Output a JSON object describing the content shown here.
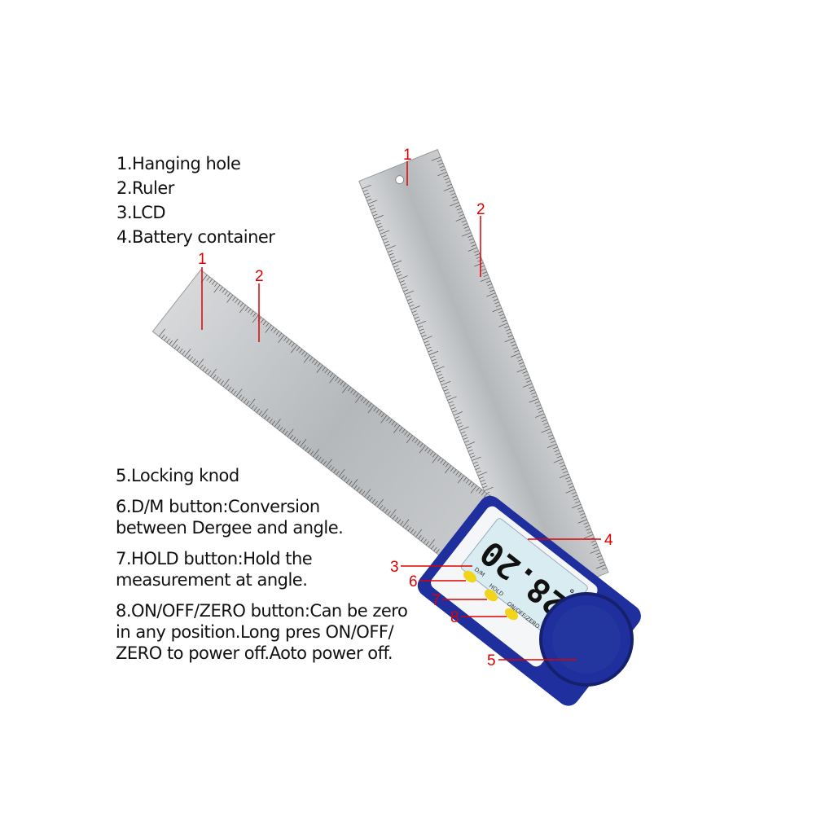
{
  "legend_top": [
    "1.Hanging hole",
    "2.Ruler",
    "3.LCD",
    "4.Battery container"
  ],
  "legend_bottom": [
    "5.Locking knod",
    "6.D/M button:Conversion\n between Dergee and angle.",
    "7.HOLD button:Hold the\nmeasurement at angle.",
    "8.ON/OFF/ZERO button:Can be zero\nin any position.Long pres ON/OFF/\nZERO to power off.Aoto power off."
  ],
  "callouts": [
    "1",
    "2",
    "1",
    "2",
    "4",
    "3",
    "6",
    "7",
    "8",
    "5"
  ],
  "device": {
    "lcd_value": "28.20",
    "lcd_unit": "°",
    "buttons": [
      "D/M",
      "HOLD",
      "ON/OFF/ZERO"
    ]
  },
  "colors": {
    "housing": "#1f2f9e",
    "callout": "#e00000",
    "button": "#f2d41a",
    "lcd": "#d9ecf2",
    "steel": "#b9bcc0"
  }
}
